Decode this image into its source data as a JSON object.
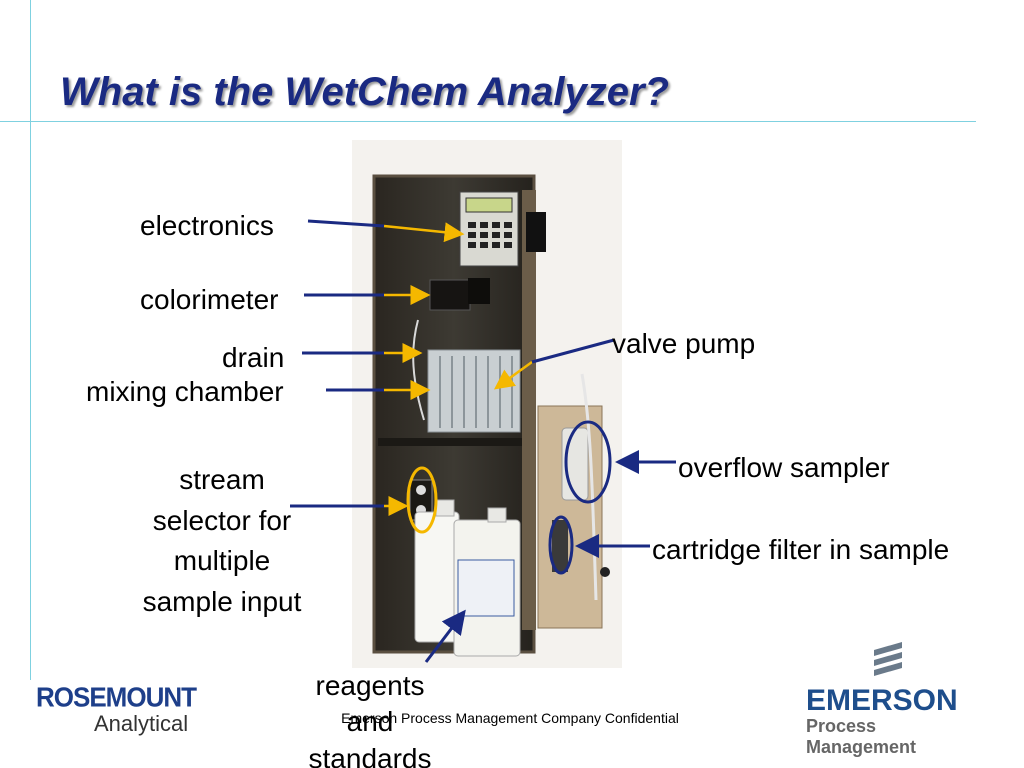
{
  "slide": {
    "title": "What is the WetChem Analyzer?",
    "footer": "Emerson Process Management Company Confidential"
  },
  "labels": {
    "electronics": "electronics",
    "colorimeter": "colorimeter",
    "drain": "drain",
    "mixing_chamber": "mixing chamber",
    "valve_pump": "valve pump",
    "overflow_sampler": "overflow sampler",
    "cartridge_filter": "cartridge filter in sample",
    "stream_selector": [
      "stream",
      "selector for",
      "multiple",
      "sample input"
    ],
    "reagents": [
      "reagents",
      "and",
      "standards"
    ]
  },
  "logos": {
    "left_brand": "ROSEMOUNT",
    "left_sub": "Analytical",
    "right_brand": "EMERSON",
    "right_sub": "Process Management"
  },
  "colors": {
    "title": "#1a2a82",
    "leader_line": "#1a2a82",
    "arrow_yellow": "#f5b800",
    "guide_line": "#7fd1e0"
  }
}
